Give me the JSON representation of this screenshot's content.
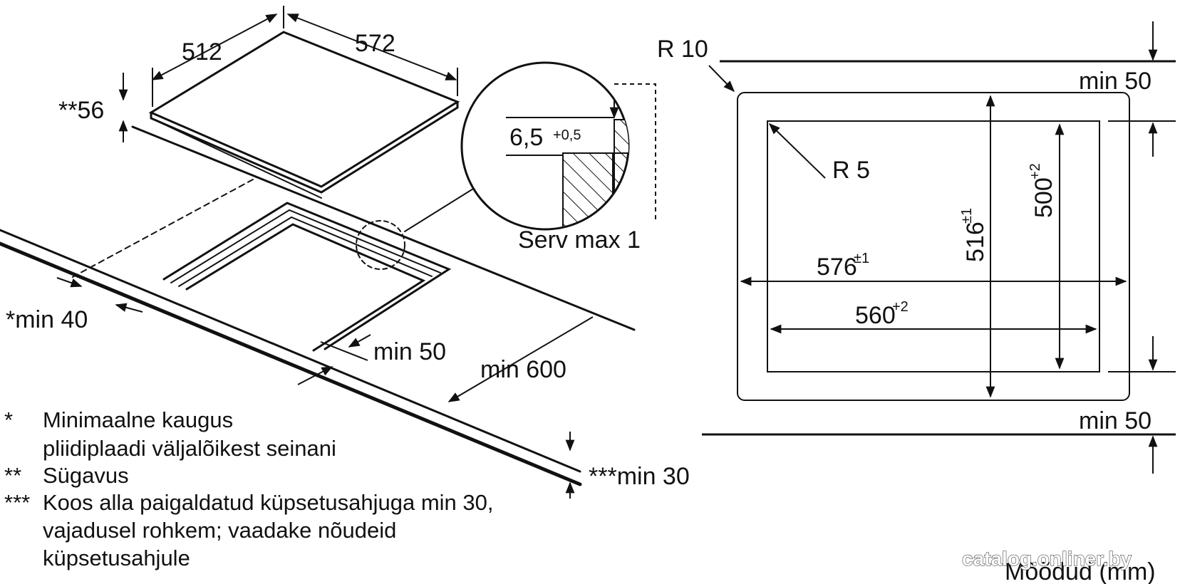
{
  "dims": {
    "width_top": "572",
    "depth_top": "512",
    "thickness": "**56",
    "edge_depth": "6,5",
    "edge_tol": "+0,5",
    "edge_note": "Serv max 1",
    "min_wall": "*min 40",
    "min_front": "min 50",
    "min_depth": "min 600",
    "min_oven": "***min 30"
  },
  "cutout": {
    "outer_radius": "R 10",
    "inner_radius": "R 5",
    "outer_width": "576",
    "outer_width_tol": "±1",
    "inner_width": "560",
    "inner_width_tol": "+2",
    "outer_depth": "516",
    "outer_depth_tol": "±1",
    "inner_depth": "500",
    "inner_depth_tol": "+2",
    "min_top": "min 50",
    "min_bottom": "min 50",
    "footer": "Mõõdud (mm)"
  },
  "notes": [
    {
      "marker": "*",
      "lines": [
        "Minimaalne kaugus",
        "pliidiplaadi väljalõikest seinani"
      ]
    },
    {
      "marker": "**",
      "lines": [
        "Sügavus"
      ]
    },
    {
      "marker": "***",
      "lines": [
        "Koos alla paigaldatud küpsetusahjuga min 30,",
        "vajadusel rohkem; vaadake nõudeid",
        "küpsetusahjule"
      ]
    }
  ],
  "watermark": "catalog.onliner.by"
}
